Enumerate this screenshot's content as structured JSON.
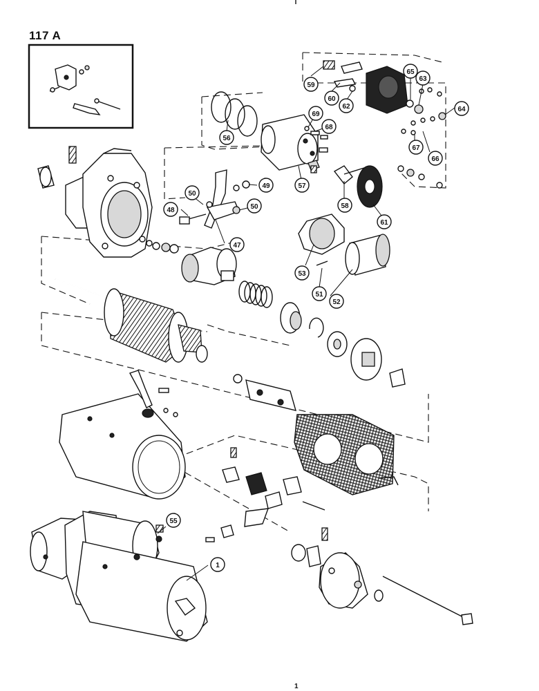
{
  "page": {
    "figure_id": "117 A"
  },
  "callouts": [
    {
      "id": "c1",
      "label": "1"
    },
    {
      "id": "c47",
      "label": "47"
    },
    {
      "id": "c48",
      "label": "48"
    },
    {
      "id": "c49",
      "label": "49"
    },
    {
      "id": "c50a",
      "label": "50"
    },
    {
      "id": "c50b",
      "label": "50"
    },
    {
      "id": "c51",
      "label": "51"
    },
    {
      "id": "c52",
      "label": "52"
    },
    {
      "id": "c53",
      "label": "53"
    },
    {
      "id": "c55",
      "label": "55"
    },
    {
      "id": "c56",
      "label": "56"
    },
    {
      "id": "c57",
      "label": "57"
    },
    {
      "id": "c58",
      "label": "58"
    },
    {
      "id": "c59",
      "label": "59"
    },
    {
      "id": "c60",
      "label": "60"
    },
    {
      "id": "c61",
      "label": "61"
    },
    {
      "id": "c62",
      "label": "62"
    },
    {
      "id": "c63",
      "label": "63"
    },
    {
      "id": "c64",
      "label": "64"
    },
    {
      "id": "c65",
      "label": "65"
    },
    {
      "id": "c66",
      "label": "66"
    },
    {
      "id": "c67",
      "label": "67"
    },
    {
      "id": "c68",
      "label": "68"
    },
    {
      "id": "c69",
      "label": "69"
    }
  ],
  "footer": {
    "page_mark": "1"
  }
}
